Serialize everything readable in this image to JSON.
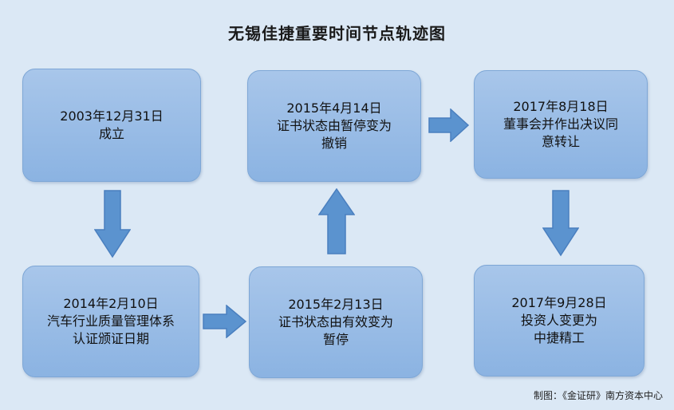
{
  "title": "无锡佳捷重要时间节点轨迹图",
  "nodes": [
    {
      "date": "2003年12月31日",
      "text": "成立"
    },
    {
      "date": "2015年4月14日",
      "text": "证书状态由暂停变为\n撤销"
    },
    {
      "date": "2017年8月18日",
      "text": "董事会并作出决议同\n意转让"
    },
    {
      "date": "2014年2月10日",
      "text": "汽车行业质量管理体系\n认证颁证日期"
    },
    {
      "date": "2015年2月13日",
      "text": "证书状态由有效变为\n暂停"
    },
    {
      "date": "2017年9月28日",
      "text": "投资人变更为\n中捷精工"
    }
  ],
  "credit": "制图：《金证研》南方资本中心",
  "colors": {
    "background": "#dbe8f5",
    "node_fill": "#9dbfe7",
    "arrow_fill": "#5b93cf",
    "arrow_stroke": "#4a7fbf"
  }
}
